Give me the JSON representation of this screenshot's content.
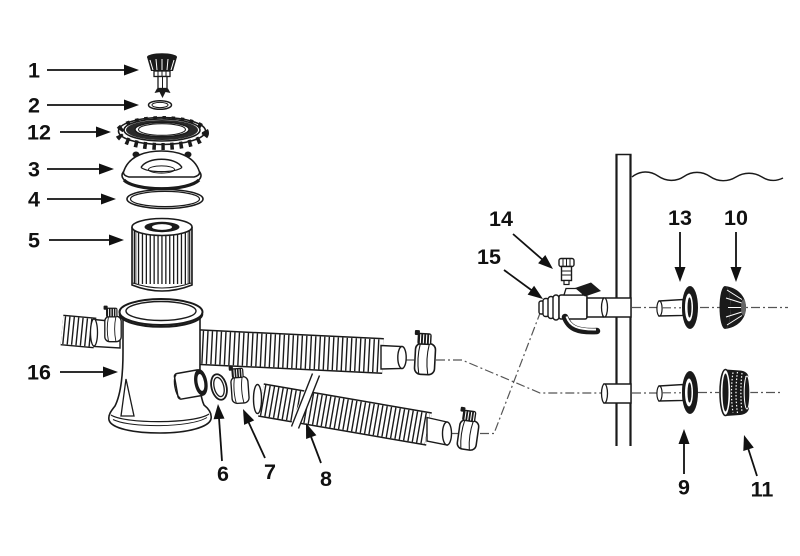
{
  "diagram": {
    "background": "#ffffff",
    "ink": "#1a1a1a",
    "centerline_color": "#555555",
    "labels": [
      {
        "text": "1"
      },
      {
        "text": "2"
      },
      {
        "text": "12"
      },
      {
        "text": "3"
      },
      {
        "text": "4"
      },
      {
        "text": "5"
      },
      {
        "text": "16"
      },
      {
        "text": "6"
      },
      {
        "text": "7"
      },
      {
        "text": "8"
      },
      {
        "text": "14"
      },
      {
        "text": "15"
      },
      {
        "text": "13"
      },
      {
        "text": "10"
      },
      {
        "text": "9"
      },
      {
        "text": "11"
      }
    ]
  }
}
